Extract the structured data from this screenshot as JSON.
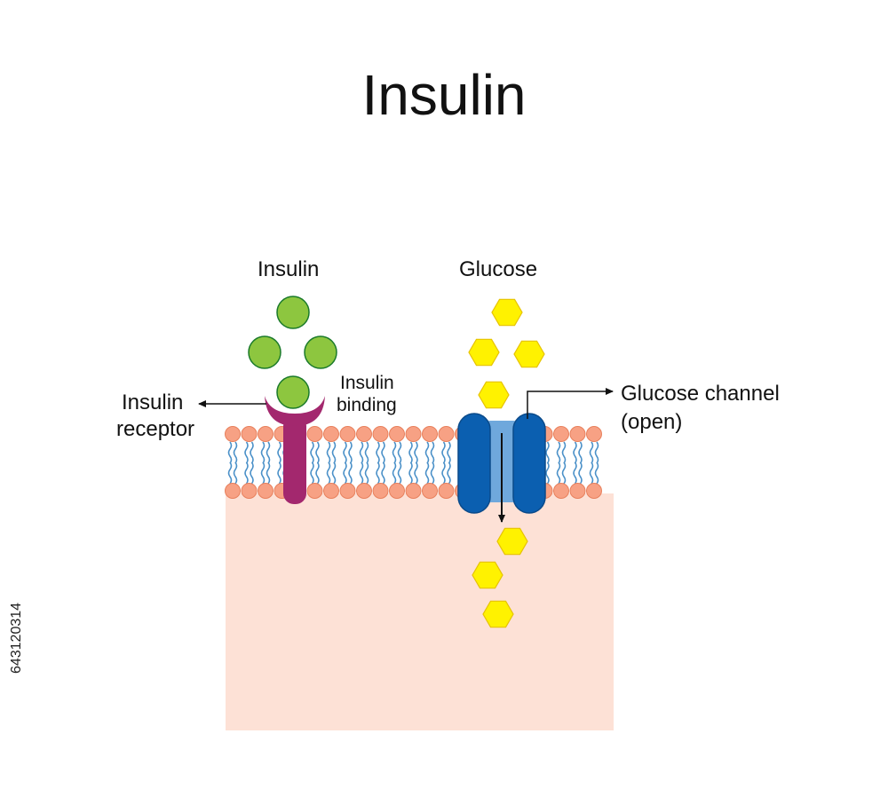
{
  "title": "Insulin",
  "labels": {
    "insulin": "Insulin",
    "glucose": "Glucose",
    "insulin_binding_line1": "Insulin",
    "insulin_binding_line2": "binding",
    "insulin_receptor_line1": "Insulin",
    "insulin_receptor_line2": "receptor",
    "glucose_channel_line1": "Glucose channel",
    "glucose_channel_line2": "(open)"
  },
  "stock_id": "643120314",
  "colors": {
    "insulin": "#8dc63f",
    "insulin_stroke": "#1a7a2a",
    "glucose": "#fff200",
    "glucose_stroke": "#e6c200",
    "receptor": "#a3286e",
    "channel": "#0b5fb0",
    "channel_pore": "#6fa8dc",
    "lipid_head": "#f7a184",
    "lipid_head_stroke": "#e8805c",
    "lipid_tail": "#4a90c8",
    "cytoplasm": "#fde1d6"
  }
}
